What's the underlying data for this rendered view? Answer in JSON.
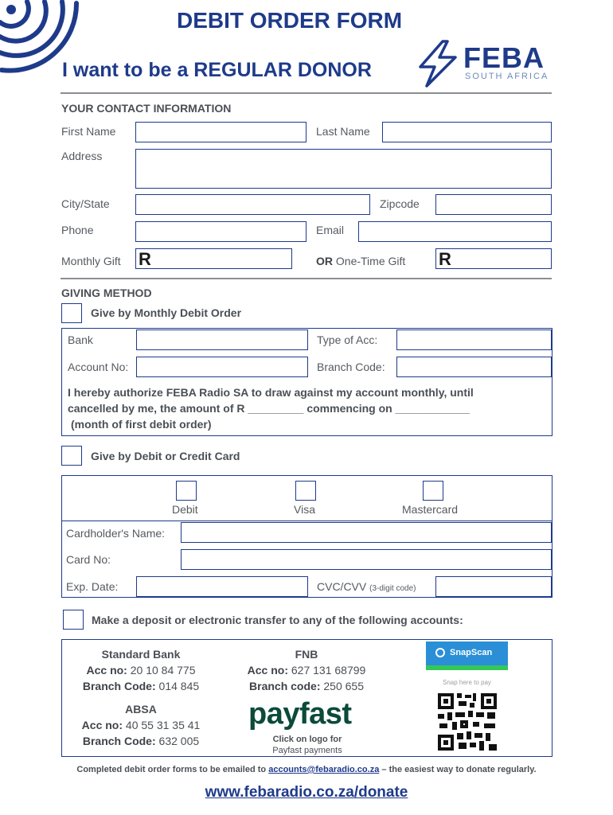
{
  "header": {
    "title": "DEBIT ORDER FORM",
    "subtitle": "I want to be a REGULAR DONOR",
    "logo_main": "FEBA",
    "logo_sub": "SOUTH AFRICA"
  },
  "contact": {
    "section_title": "YOUR CONTACT INFORMATION",
    "first_name": "First Name",
    "last_name": "Last Name",
    "address": "Address",
    "city_state": "City/State",
    "zipcode": "Zipcode",
    "phone": "Phone",
    "email": "Email",
    "monthly_gift": "Monthly Gift",
    "or": "OR",
    "one_time_gift": "One-Time Gift",
    "currency": "R"
  },
  "giving": {
    "section_title": "GIVING METHOD",
    "monthly_debit": "Give by Monthly Debit Order",
    "bank": "Bank",
    "type_of_acc": "Type of Acc:",
    "account_no": "Account No:",
    "branch_code": "Branch Code:",
    "authorize_1": "I hereby authorize FEBA Radio SA to draw against my account monthly, until",
    "authorize_2": "cancelled by me, the amount of R _________ commencing on ____________",
    "authorize_3": "(month of first debit order)",
    "card_option": "Give by Debit or Credit Card",
    "debit": "Debit",
    "visa": "Visa",
    "mastercard": "Mastercard",
    "cardholder": "Cardholder's Name:",
    "card_no": "Card No:",
    "exp_date": "Exp. Date:",
    "cvc": "CVC/CVV",
    "cvc_note": "(3-digit code)",
    "deposit_option": "Make a deposit or electronic transfer to any of the following accounts:"
  },
  "accounts": {
    "standard": {
      "name": "Standard Bank",
      "acc_label": "Acc no:",
      "acc": "20 10 84 775",
      "branch_label": "Branch Code:",
      "branch": "014 845"
    },
    "fnb": {
      "name": "FNB",
      "acc_label": "Acc no:",
      "acc": "627 131 68799",
      "branch_label": "Branch code:",
      "branch": "250 655"
    },
    "absa": {
      "name": "ABSA",
      "acc_label": "Acc no:",
      "acc": "40 55 31 35 41",
      "branch_label": "Branch Code:",
      "branch": "632 005"
    },
    "payfast": {
      "logo": "payfast",
      "line1": "Click on logo for",
      "line2": "Payfast payments"
    },
    "snapscan": {
      "logo": "SnapScan",
      "note": "Snap here to pay"
    }
  },
  "footer": {
    "note_prefix": "Completed debit order forms to be emailed to",
    "email": "accounts@febaradio.co.za",
    "note_suffix": "– the easiest way to donate regularly.",
    "url": "www.febaradio.co.za/donate"
  },
  "colors": {
    "navy": "#1e3a8a",
    "payfast": "#0c4a3a",
    "snapscan": "#2a8fd6"
  }
}
